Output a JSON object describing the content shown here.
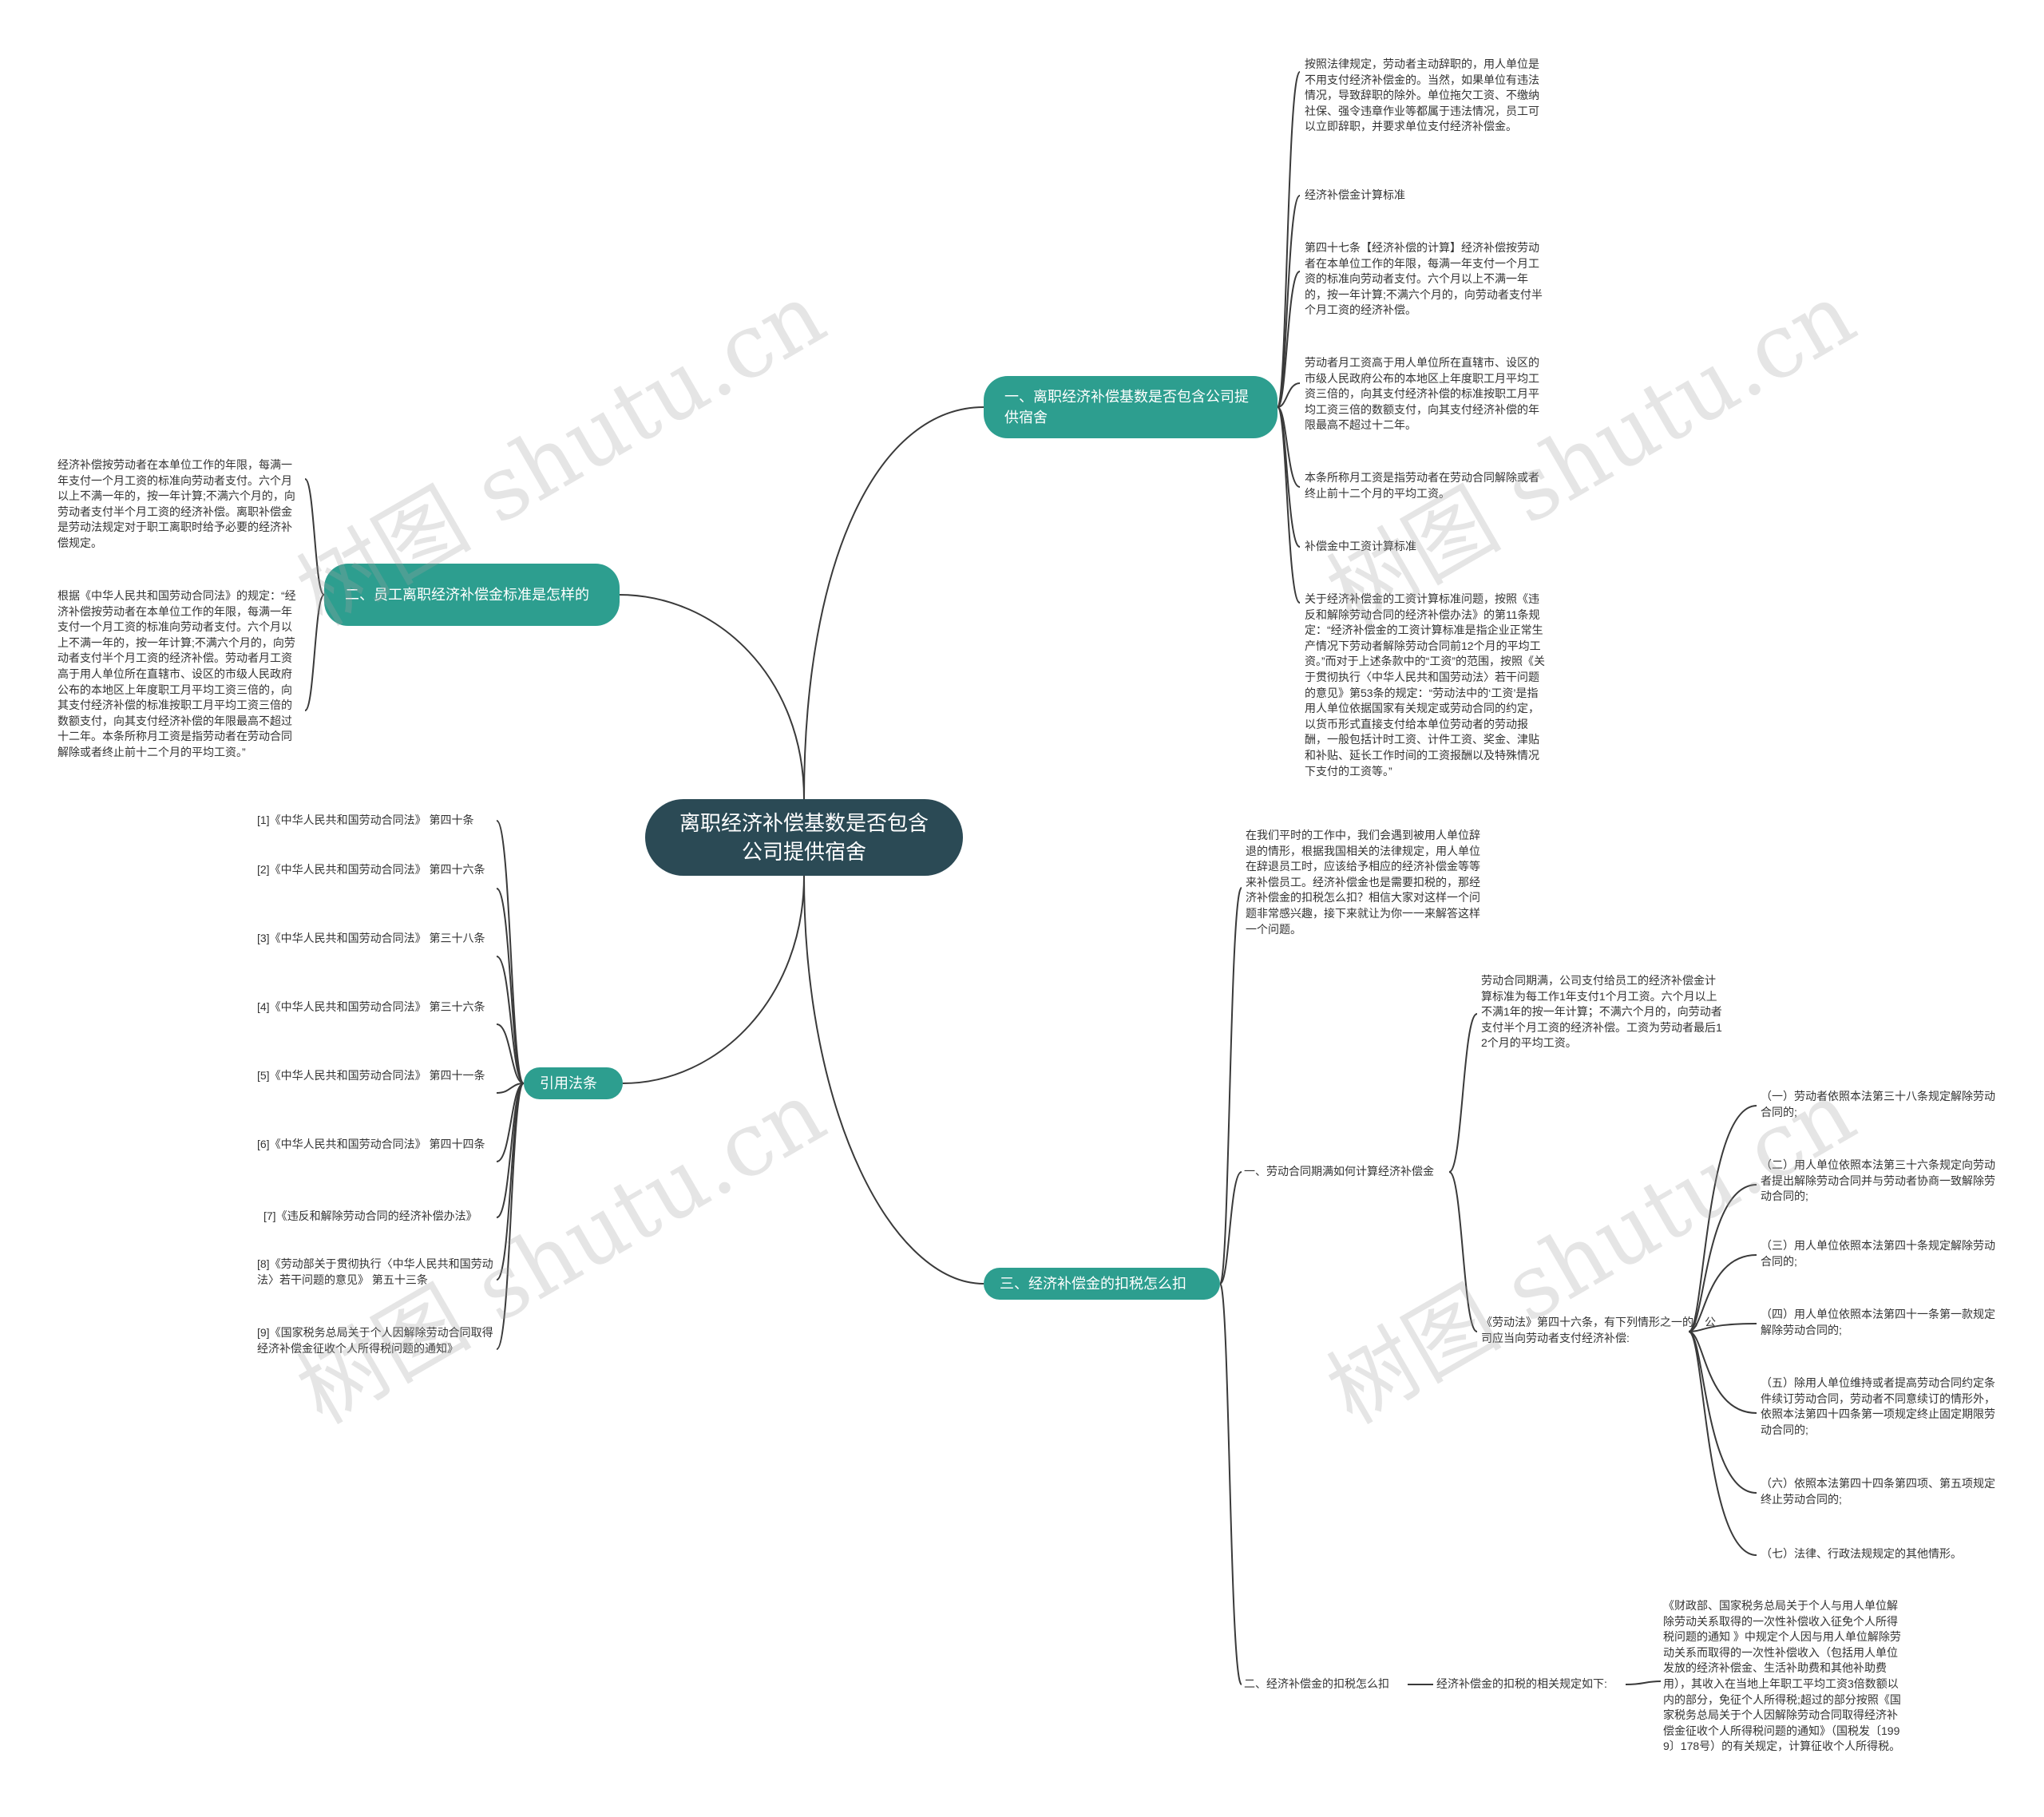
{
  "root": "离职经济补偿基数是否包含公司提供宿舍",
  "branch1": {
    "title": "一、离职经济补偿基数是否包含公司提供宿舍",
    "items": [
      "按照法律规定，劳动者主动辞职的，用人单位是不用支付经济补偿金的。当然，如果单位有违法情况，导致辞职的除外。单位拖欠工资、不缴纳社保、强令违章作业等都属于违法情况，员工可以立即辞职，并要求单位支付经济补偿金。",
      "经济补偿金计算标准",
      "第四十七条【经济补偿的计算】经济补偿按劳动者在本单位工作的年限，每满一年支付一个月工资的标准向劳动者支付。六个月以上不满一年的，按一年计算;不满六个月的，向劳动者支付半个月工资的经济补偿。",
      "劳动者月工资高于用人单位所在直辖市、设区的市级人民政府公布的本地区上年度职工月平均工资三倍的，向其支付经济补偿的标准按职工月平均工资三倍的数额支付，向其支付经济补偿的年限最高不超过十二年。",
      "本条所称月工资是指劳动者在劳动合同解除或者终止前十二个月的平均工资。",
      "补偿金中工资计算标准",
      "关于经济补偿金的工资计算标准问题，按照《违反和解除劳动合同的经济补偿办法》的第11条规定：“经济补偿金的工资计算标准是指企业正常生产情况下劳动者解除劳动合同前12个月的平均工资。”而对于上述条款中的“工资”的范围，按照《关于贯彻执行〈中华人民共和国劳动法〉若干问题的意见》第53条的规定：“劳动法中的‘工资’是指用人单位依据国家有关规定或劳动合同的约定，以货币形式直接支付给本单位劳动者的劳动报酬，一般包括计时工资、计件工资、奖金、津贴和补贴、延长工作时间的工资报酬以及特殊情况下支付的工资等。”"
    ]
  },
  "branch2": {
    "title": "二、员工离职经济补偿金标准是怎样的",
    "items": [
      "经济补偿按劳动者在本单位工作的年限，每满一年支付一个月工资的标准向劳动者支付。六个月以上不满一年的，按一年计算;不满六个月的，向劳动者支付半个月工资的经济补偿。离职补偿金是劳动法规定对于职工离职时给予必要的经济补偿规定。",
      "根据《中华人民共和国劳动合同法》的规定：“经济补偿按劳动者在本单位工作的年限，每满一年支付一个月工资的标准向劳动者支付。六个月以上不满一年的，按一年计算;不满六个月的，向劳动者支付半个月工资的经济补偿。劳动者月工资高于用人单位所在直辖市、设区的市级人民政府公布的本地区上年度职工月平均工资三倍的，向其支付经济补偿的标准按职工月平均工资三倍的数额支付，向其支付经济补偿的年限最高不超过十二年。本条所称月工资是指劳动者在劳动合同解除或者终止前十二个月的平均工资。”"
    ]
  },
  "branch3": {
    "title": "引用法条",
    "items": [
      "[1]《中华人民共和国劳动合同法》 第四十条",
      "[2]《中华人民共和国劳动合同法》 第四十六条",
      "[3]《中华人民共和国劳动合同法》 第三十八条",
      "[4]《中华人民共和国劳动合同法》 第三十六条",
      "[5]《中华人民共和国劳动合同法》 第四十一条",
      "[6]《中华人民共和国劳动合同法》 第四十四条",
      "[7]《违反和解除劳动合同的经济补偿办法》",
      "[8]《劳动部关于贯彻执行〈中华人民共和国劳动法〉若干问题的意见》 第五十三条",
      "[9]《国家税务总局关于个人因解除劳动合同取得经济补偿金征收个人所得税问题的通知》"
    ]
  },
  "branch4": {
    "title": "三、经济补偿金的扣税怎么扣",
    "intro": "在我们平时的工作中，我们会遇到被用人单位辞退的情形，根据我国相关的法律规定，用人单位在辞退员工时，应该给予相应的经济补偿金等等来补偿员工。经济补偿金也是需要扣税的，那经济补偿金的扣税怎么扣？相信大家对这样一个问题非常感兴趣，接下来就让为你一一来解答这样一个问题。",
    "sub1": {
      "title": "一、劳动合同期满如何计算经济补偿金",
      "text1": "劳动合同期满，公司支付给员工的经济补偿金计算标准为每工作1年支付1个月工资。六个月以上不满1年的按一年计算；不满六个月的，向劳动者支付半个月工资的经济补偿。工资为劳动者最后12个月的平均工资。",
      "text2": "《劳动法》第四十六条，有下列情形之一的，公司应当向劳动者支付经济补偿:",
      "cases": [
        "（一）劳动者依照本法第三十八条规定解除劳动合同的;",
        "（二）用人单位依照本法第三十六条规定向劳动者提出解除劳动合同并与劳动者协商一致解除劳动合同的;",
        "（三）用人单位依照本法第四十条规定解除劳动合同的;",
        "（四）用人单位依照本法第四十一条第一款规定解除劳动合同的;",
        "（五）除用人单位维持或者提高劳动合同约定条件续订劳动合同，劳动者不同意续订的情形外，依照本法第四十四条第一项规定终止固定期限劳动合同的;",
        "（六）依照本法第四十四条第四项、第五项规定终止劳动合同的;",
        "（七）法律、行政法规规定的其他情形。"
      ]
    },
    "sub2": {
      "title": "二、经济补偿金的扣税怎么扣",
      "label": "经济补偿金的扣税的相关规定如下:",
      "text": "《财政部、国家税务总局关于个人与用人单位解除劳动关系取得的一次性补偿收入征免个人所得税问题的通知 》中规定个人因与用人单位解除劳动关系而取得的一次性补偿收入（包括用人单位发放的经济补偿金、生活补助费和其他补助费用），其收入在当地上年职工平均工资3倍数额以内的部分，免征个人所得税;超过的部分按照《国家税务总局关于个人因解除劳动合同取得经济补偿金征收个人所得税问题的通知》（国税发〔1999〕178号）的有关规定，计算征收个人所得税。"
    }
  },
  "watermark": "树图 shutu.cn"
}
